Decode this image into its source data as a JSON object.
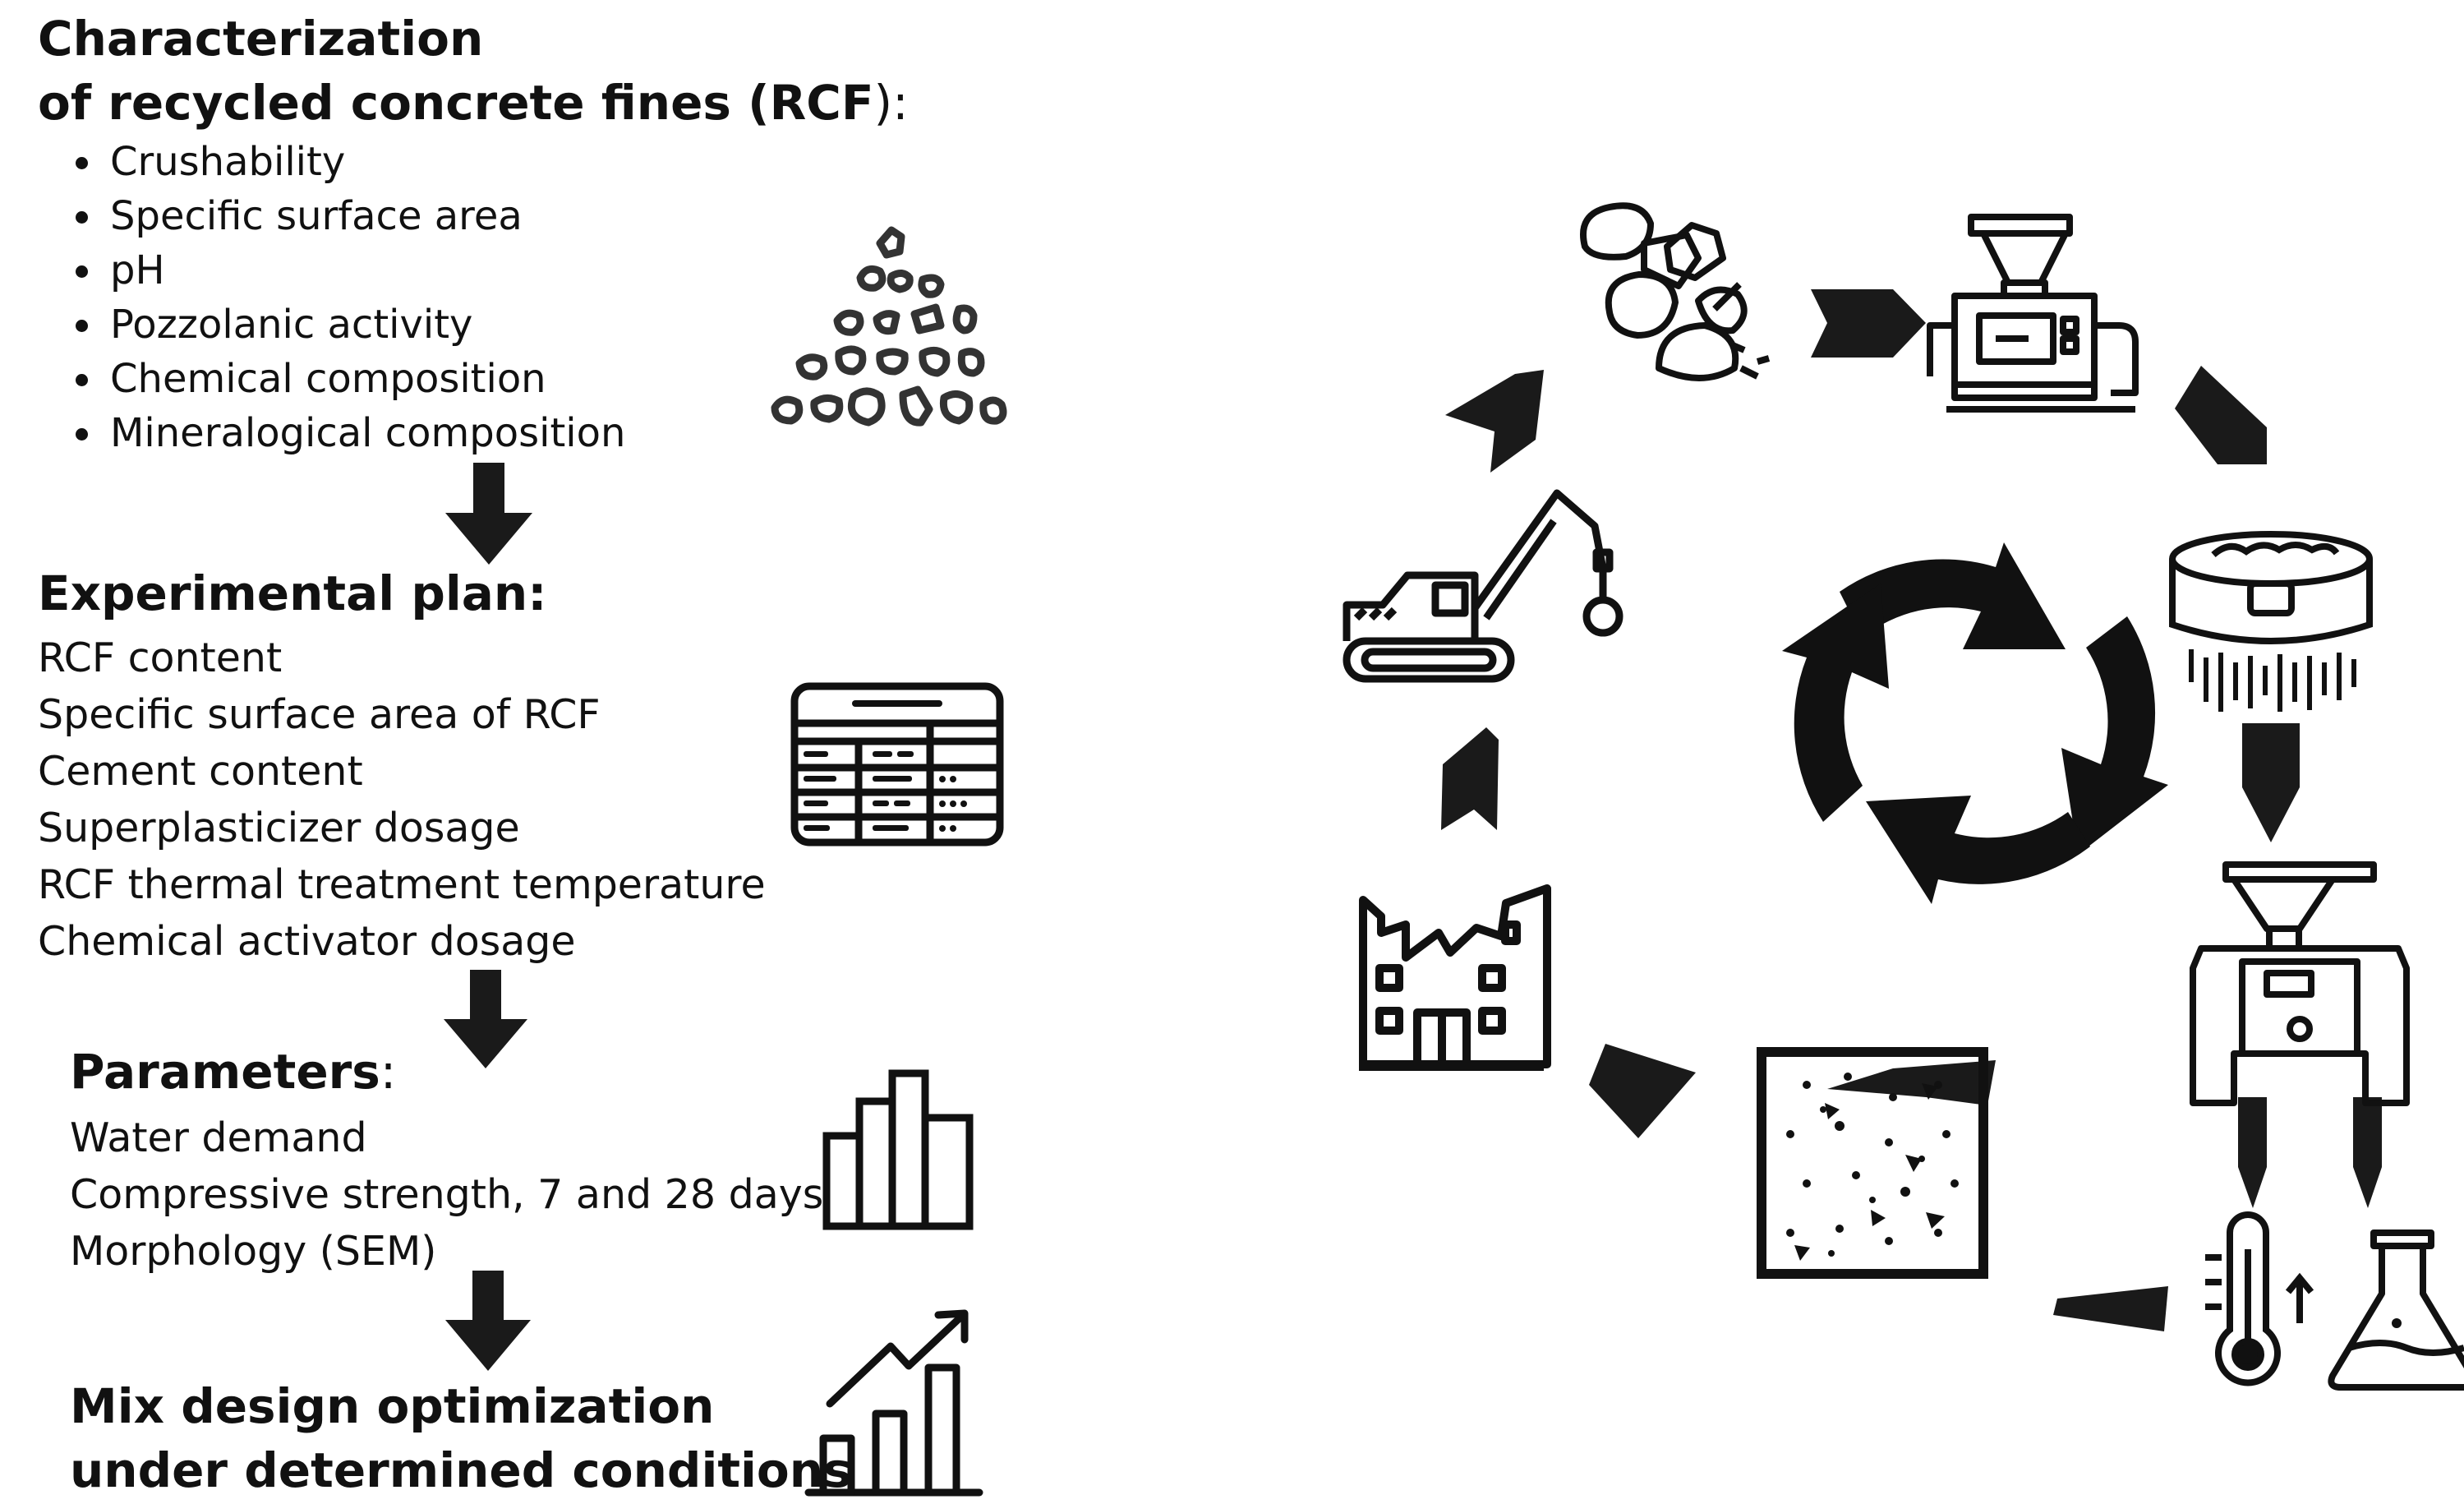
{
  "left": {
    "characterization": {
      "title_line1": "Characterization",
      "title_line2_bold": "of recycled concrete fines (RCF",
      "title_line2_tail": "):",
      "items": [
        "Crushability",
        "Specific surface area",
        "pH",
        "Pozzolanic activity",
        "Chemical composition",
        "Mineralogical composition"
      ]
    },
    "experimental_plan": {
      "title": "Experimental plan:",
      "items": [
        "RCF content",
        "Specific surface area of RCF",
        "Cement content",
        "Superplasticizer dosage",
        "RCF thermal treatment temperature",
        "Chemical activator dosage"
      ]
    },
    "parameters": {
      "title_bold": "Parameters",
      "title_tail": ":",
      "items": [
        "Water demand",
        "Compressive strength, 7 and 28 days",
        "Morphology (SEM)"
      ]
    },
    "optimization": {
      "line1": "Mix design optimization",
      "line2": "under determined conditions"
    }
  },
  "icons": [
    "aggregate-pile-icon",
    "table-icon",
    "bar-chart-icon",
    "growth-chart-icon",
    "rubble-icon",
    "crusher-icon",
    "sieve-icon",
    "grinder-icon",
    "thermometer-icon",
    "flask-icon",
    "concrete-sample-icon",
    "demolished-building-icon",
    "excavator-icon",
    "recycle-arrows-icon"
  ],
  "colors": {
    "ink": "#1a1a1a",
    "background": "#ffffff"
  }
}
